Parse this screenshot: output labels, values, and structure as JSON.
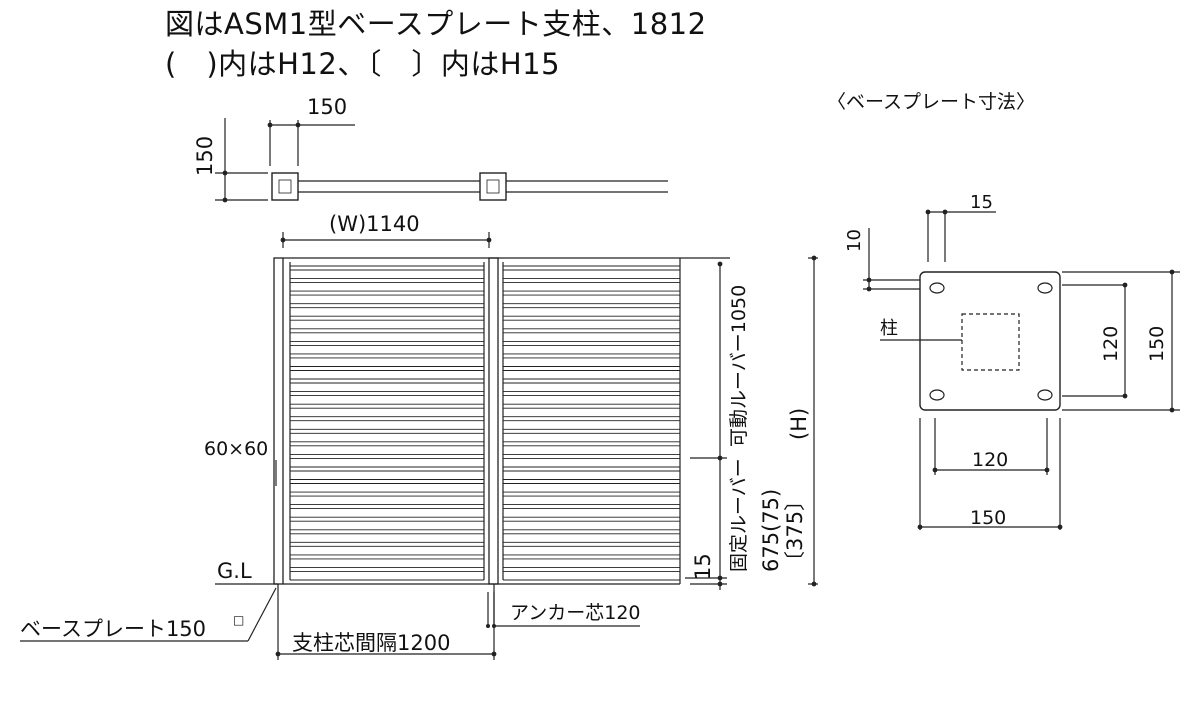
{
  "title_line1": "図はASM1型ベースプレート支柱、1812",
  "title_line2": "(　)内はH12、〔　〕内はH15",
  "plan": {
    "post_size": "150",
    "post_width": "150"
  },
  "front": {
    "width": "(W)1140",
    "post_section": "60×60",
    "ground": "G.L",
    "base_plate": "ベースプレート150",
    "base_plate_sup": "□",
    "post_pitch": "支柱芯間隔1200",
    "anchor_center": "アンカー芯120",
    "movable_louver": "可動ルーバー1050",
    "fixed_louver": "固定ルーバー",
    "fixed_height": "675(75)",
    "fixed_height_h15": "〔375〕",
    "height": "(H)",
    "bottom_gap": "15"
  },
  "baseplate": {
    "title": "〈ベースプレート寸法〉",
    "dim_15": "15",
    "dim_10": "10",
    "post_label": "柱",
    "dim_120_v": "120",
    "dim_150_v": "150",
    "dim_120_h": "120",
    "dim_150_h": "150"
  }
}
